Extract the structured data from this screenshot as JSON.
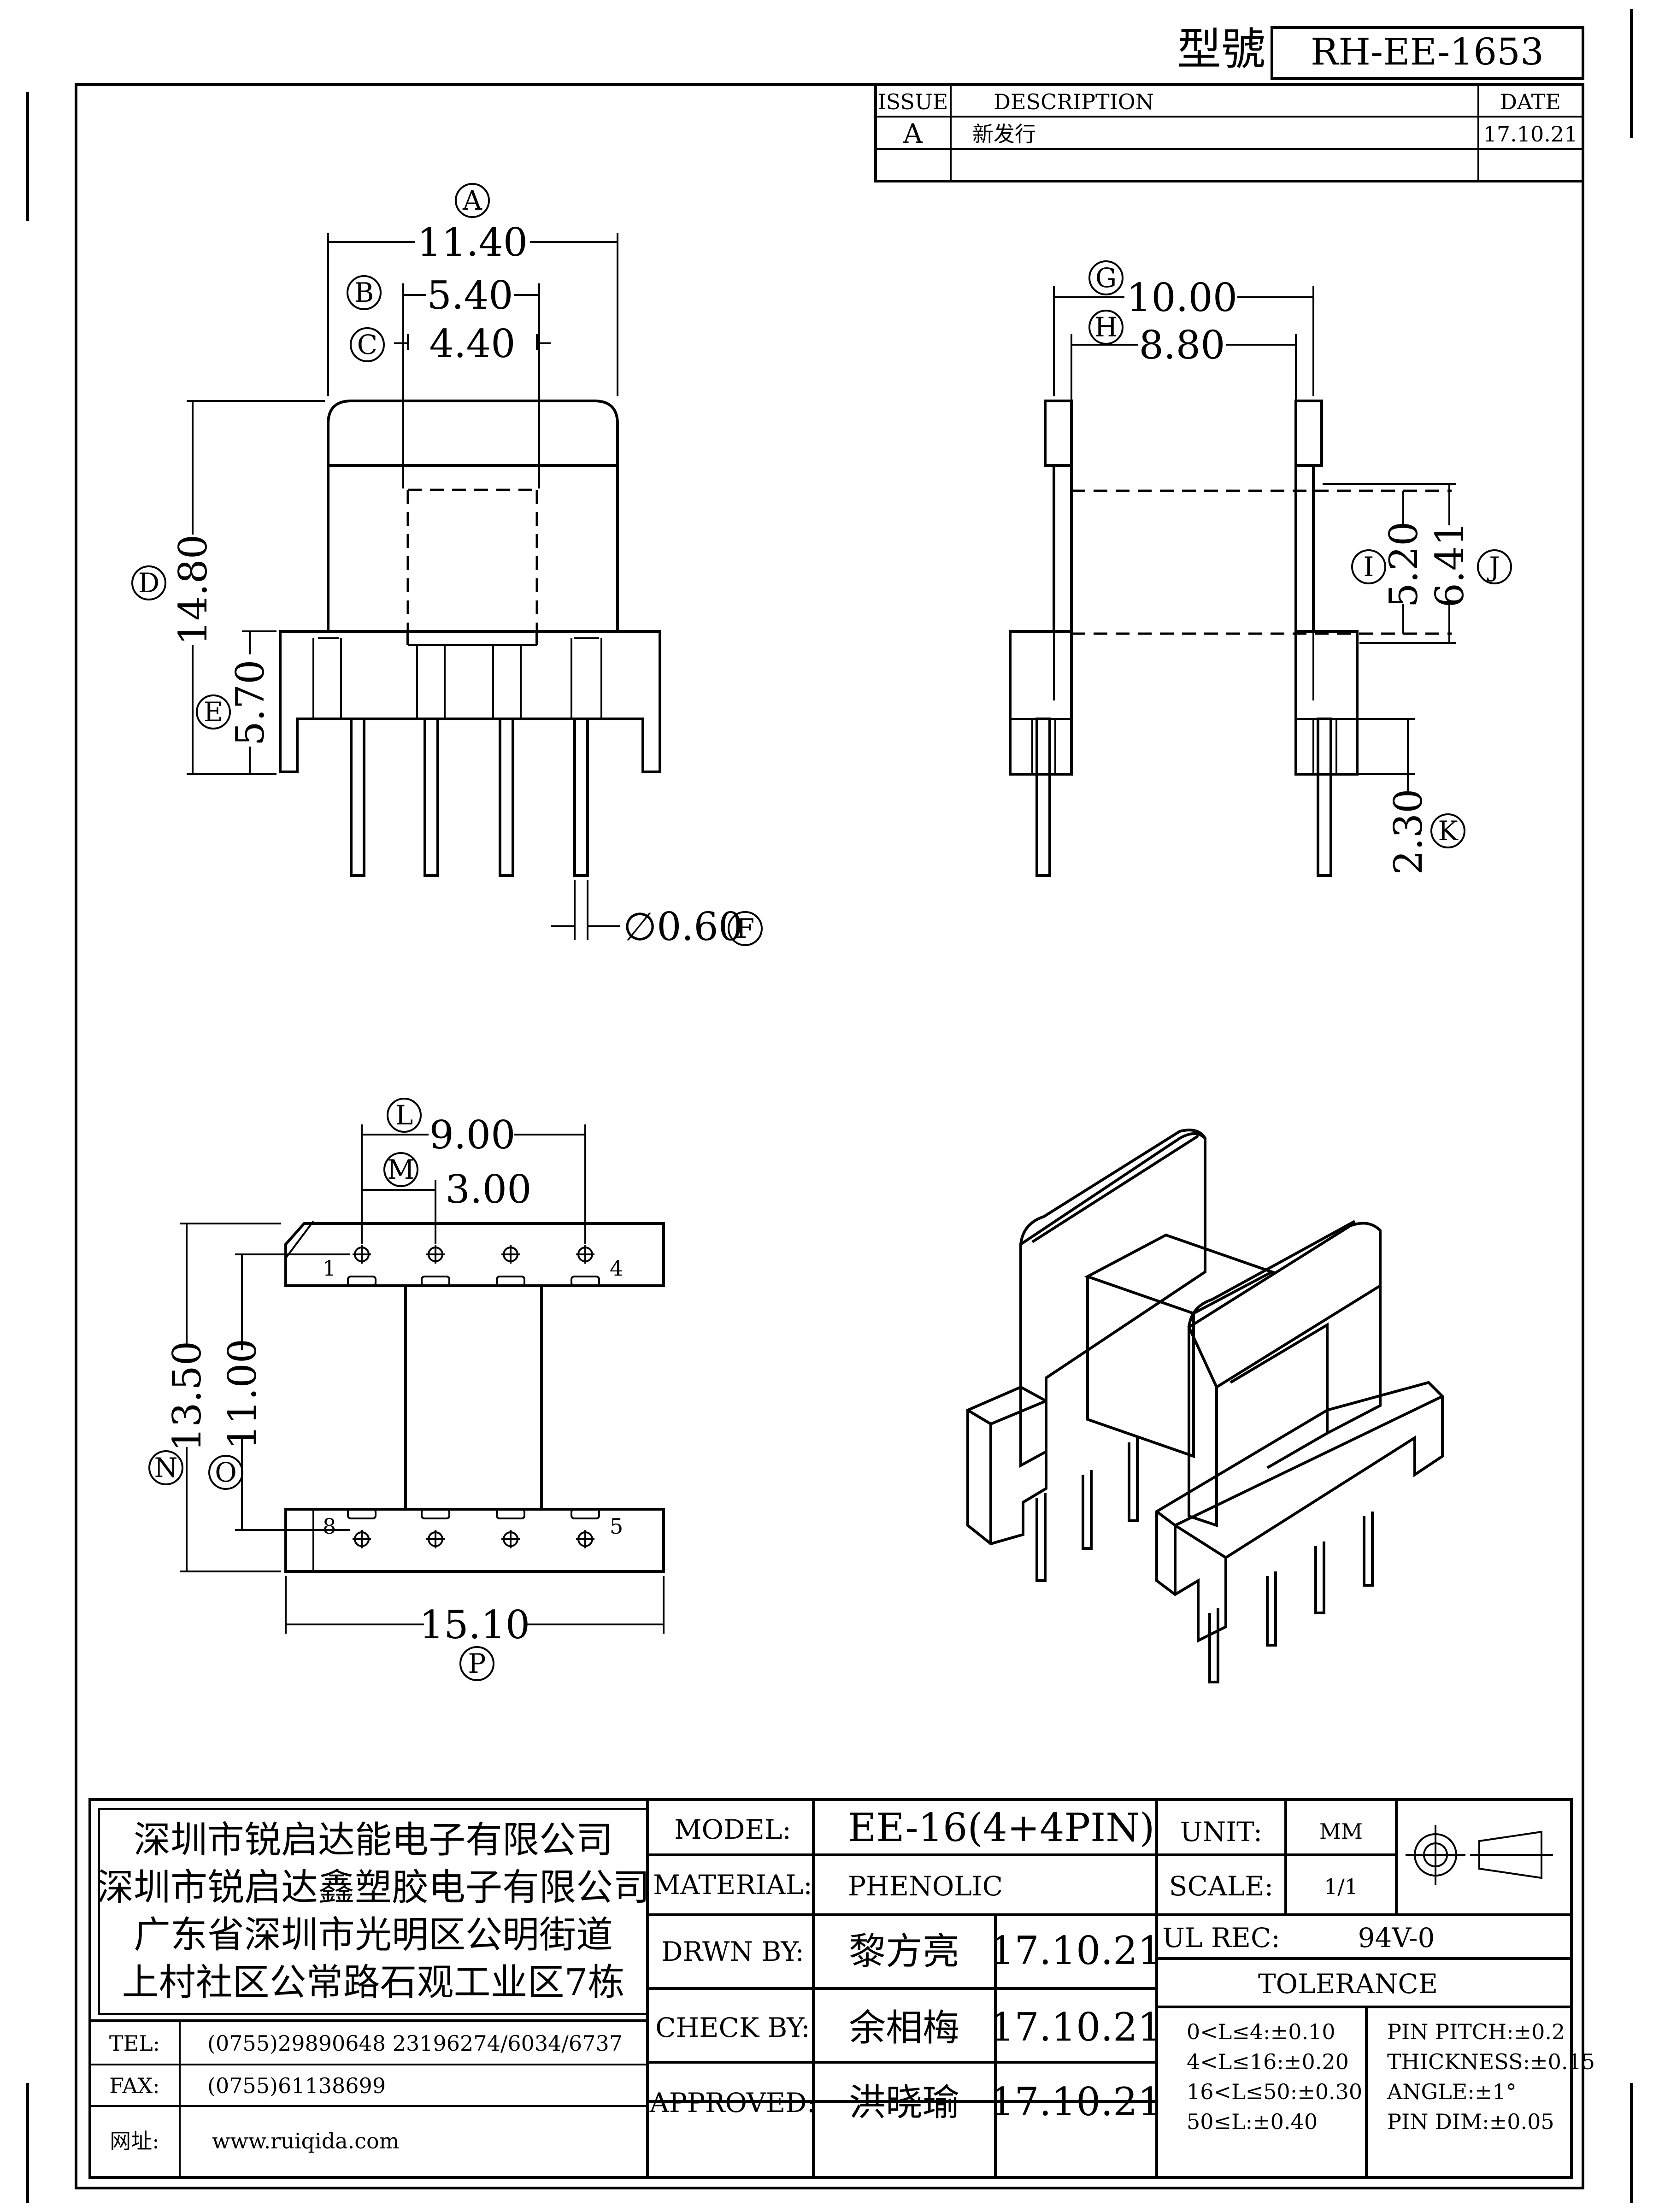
{
  "header": {
    "model_label": "型號",
    "model_no": "RH-EE-1653"
  },
  "revision": {
    "headers": {
      "issue": "ISSUE",
      "description": "DESCRIPTION",
      "date": "DATE"
    },
    "rows": [
      {
        "issue": "A",
        "description": "新发行",
        "date": "17.10.21"
      }
    ]
  },
  "front_view": {
    "A": {
      "letter": "A",
      "value": "11.40"
    },
    "B": {
      "letter": "B",
      "value": "5.40"
    },
    "C": {
      "letter": "C",
      "value": "4.40"
    },
    "D": {
      "letter": "D",
      "value": "14.80"
    },
    "E": {
      "letter": "E",
      "value": "5.70"
    },
    "F": {
      "letter": "F",
      "value": "∅0.60"
    }
  },
  "side_view": {
    "G": {
      "letter": "G",
      "value": "10.00"
    },
    "H": {
      "letter": "H",
      "value": "8.80"
    },
    "I": {
      "letter": "I",
      "value": "5.20"
    },
    "J": {
      "letter": "J",
      "value": "6.41"
    },
    "K": {
      "letter": "K",
      "value": "2.30"
    }
  },
  "bottom_view": {
    "L": {
      "letter": "L",
      "value": "9.00"
    },
    "M": {
      "letter": "M",
      "value": "3.00"
    },
    "N": {
      "letter": "N",
      "value": "13.50"
    },
    "O": {
      "letter": "O",
      "value": "11.00"
    },
    "P": {
      "letter": "P",
      "value": "15.10"
    },
    "pins": {
      "p1": "1",
      "p4": "4",
      "p8": "8",
      "p5": "5"
    }
  },
  "company": {
    "line1": "深圳市锐启达能电子有限公司",
    "line2": "深圳市锐启达鑫塑胶电子有限公司",
    "line3": "广东省深圳市光明区公明街道",
    "line4": "上村社区公常路石观工业区7栋"
  },
  "contact": {
    "tel_label": "TEL:",
    "tel": "(0755)29890648  23196274/6034/6737",
    "fax_label": "FAX:",
    "fax": "(0755)61138699",
    "web_label": "网址:",
    "web": "www.ruiqida.com"
  },
  "spec": {
    "model_label": "MODEL:",
    "model": "EE-16(4+4PIN)",
    "material_label": "MATERIAL:",
    "material": "PHENOLIC",
    "unit_label": "UNIT:",
    "unit": "MM",
    "scale_label": "SCALE:",
    "scale": "1/1",
    "ul_label": "UL REC:",
    "ul": "94V-0"
  },
  "signoff": {
    "drawn_label": "DRWN BY:",
    "drawn_name": "黎方亮",
    "drawn_date": "17.10.21",
    "check_label": "CHECK BY:",
    "check_name": "余相梅",
    "check_date": "17.10.21",
    "approved_label": "APPROVED:",
    "approved_name": "洪晓瑜",
    "approved_date": "17.10.21"
  },
  "tolerance": {
    "title": "TOLERANCE",
    "left": [
      "0<L≤4:±0.10",
      "4<L≤16:±0.20",
      "16<L≤50:±0.30",
      "50≤L:±0.40"
    ],
    "right": [
      "PIN PITCH:±0.2",
      "THICKNESS:±0.15",
      "ANGLE:±1°",
      "PIN DIM:±0.05"
    ]
  }
}
